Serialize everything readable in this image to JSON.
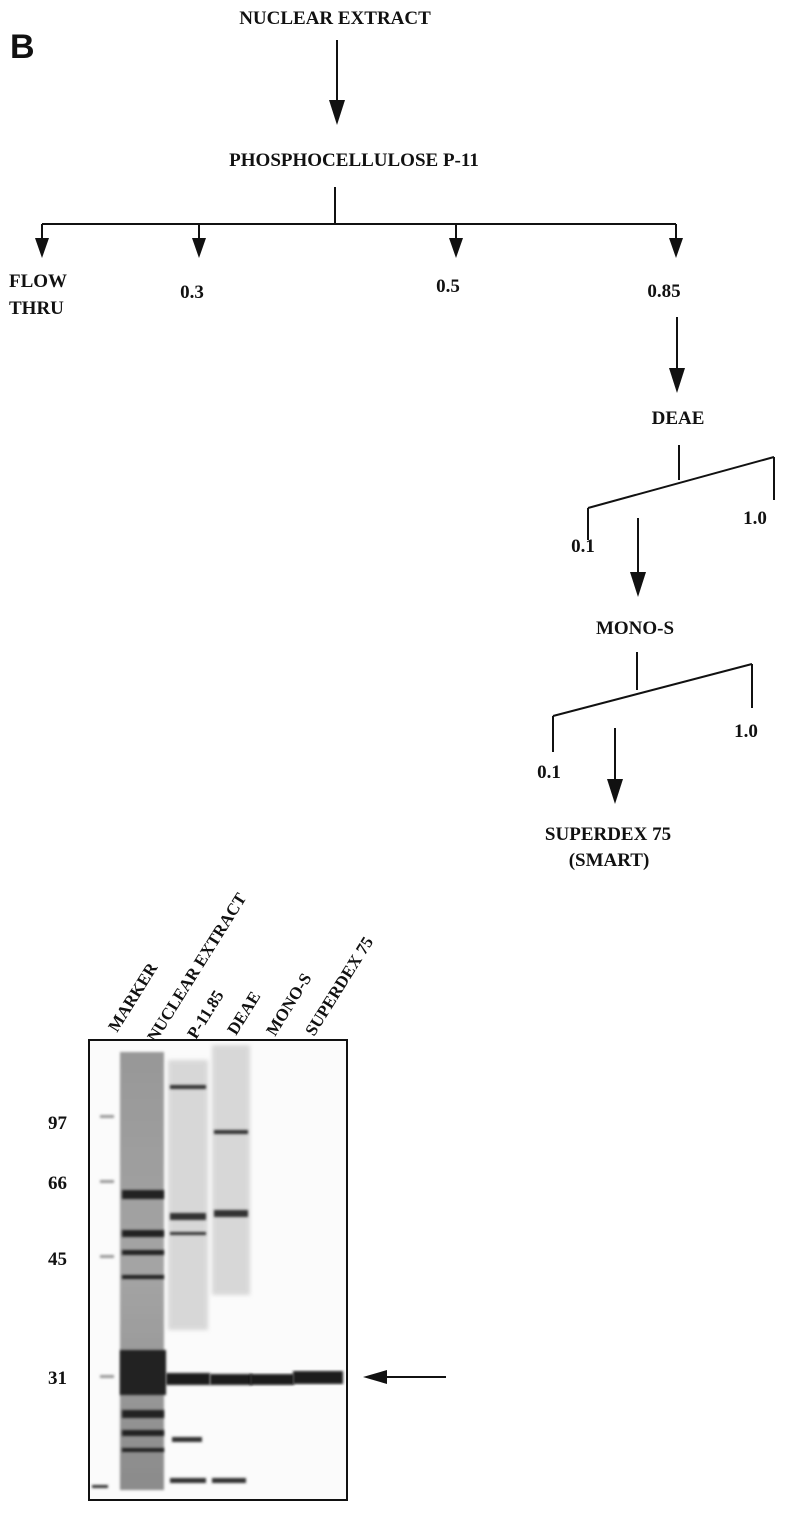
{
  "panel_label": "B",
  "flowchart": {
    "start": "NUCLEAR EXTRACT",
    "column1": "PHOSPHOCELLULOSE P-11",
    "fractions": {
      "flow_line1": "FLOW",
      "flow_line2": "THRU",
      "f03": "0.3",
      "f05": "0.5",
      "f085": "0.85"
    },
    "column2": "DEAE",
    "deae_low": "0.1",
    "deae_high": "1.0",
    "column3": "MONO-S",
    "monos_low": "0.1",
    "monos_high": "1.0",
    "column4_line1": "SUPERDEX 75",
    "column4_line2": "(SMART)"
  },
  "gel": {
    "lanes": [
      "MARKER",
      "NUCLEAR EXTRACT",
      "P-11.85",
      "DEAE",
      "MONO-S",
      "SUPERDEX 75"
    ],
    "markers_kda": [
      "97",
      "66",
      "45",
      "31"
    ],
    "pointer_arrow": "band-indicator-arrow"
  }
}
